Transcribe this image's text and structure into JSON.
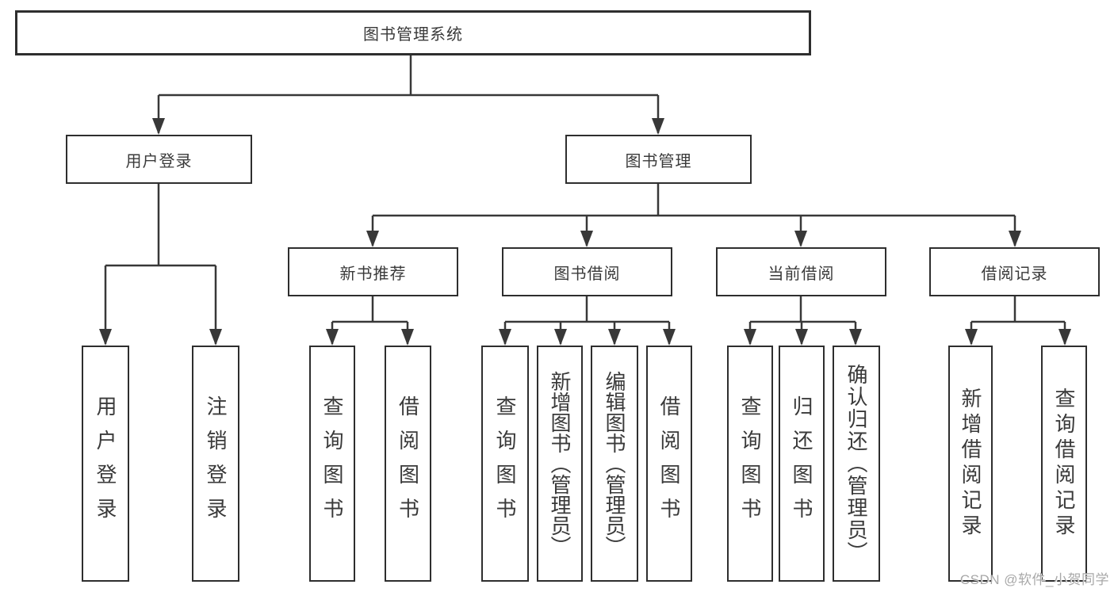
{
  "tree": {
    "root": {
      "label": "图书管理系统",
      "children": [
        {
          "label": "用户登录",
          "children": [
            {
              "label": "用户登录"
            },
            {
              "label": "注销登录"
            }
          ]
        },
        {
          "label": "图书管理",
          "children": [
            {
              "label": "新书推荐",
              "children": [
                {
                  "label": "查询图书"
                },
                {
                  "label": "借阅图书"
                }
              ]
            },
            {
              "label": "图书借阅",
              "children": [
                {
                  "label": "查询图书"
                },
                {
                  "label": "新增图书（管理员）"
                },
                {
                  "label": "编辑图书（管理员）"
                },
                {
                  "label": "借阅图书"
                }
              ]
            },
            {
              "label": "当前借阅",
              "children": [
                {
                  "label": "查询图书"
                },
                {
                  "label": "归还图书"
                },
                {
                  "label": "确认归还（管理员）"
                }
              ]
            },
            {
              "label": "借阅记录",
              "children": [
                {
                  "label": "新增借阅记录"
                },
                {
                  "label": "查询借阅记录"
                }
              ]
            }
          ]
        }
      ]
    }
  },
  "watermark": {
    "text": "CSDN @软件_小贺同学"
  },
  "colors": {
    "line": "#383838",
    "border": "#2e2e2e",
    "text": "#3a3a3a",
    "watermark": "#a8a8a8"
  }
}
